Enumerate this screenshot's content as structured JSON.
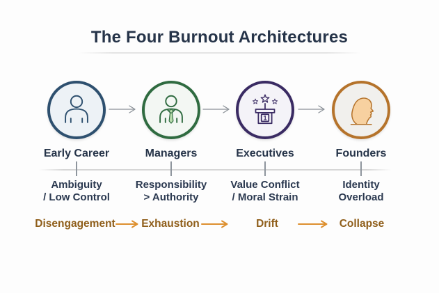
{
  "title": "The Four Burnout Architectures",
  "stages": [
    {
      "label": "Early Career",
      "icon": "person-icon",
      "accent": "#2e506f",
      "circle_fill": "#edf2f6",
      "mechanism": {
        "line1": "Ambiguity",
        "line2": "/ Low Control"
      }
    },
    {
      "label": "Managers",
      "icon": "person-tie-icon",
      "accent": "#2f6b40",
      "circle_fill": "#f3f7f3",
      "mechanism": {
        "line1": "Responsibility",
        "line2": "> Authority"
      }
    },
    {
      "label": "Executives",
      "icon": "podium-first-place-icon",
      "accent": "#3a2b63",
      "circle_fill": "#f4f3f8",
      "badge": "1",
      "mechanism": {
        "line1": "Value Conflict",
        "line2": "/ Moral Strain"
      }
    },
    {
      "label": "Founders",
      "icon": "head-profile-icon",
      "accent": "#b5732b",
      "circle_fill": "#f1f0ed",
      "mechanism": {
        "line1": "Identity",
        "line2": "Overload"
      }
    }
  ],
  "flow": {
    "arrow_color": "#8a9097"
  },
  "outcomes": {
    "labels": [
      "Disengagement",
      "Exhaustion",
      "Drift",
      "Collapse"
    ],
    "text_color": "#8f5e1a",
    "arrow_color": "#dd8f2e"
  },
  "colors": {
    "background": "#fdfdfd",
    "heading_text": "#263449",
    "title_underline": "#e4e4e4",
    "connector_line": "#d6d6d6",
    "tick": "#8e959d"
  }
}
